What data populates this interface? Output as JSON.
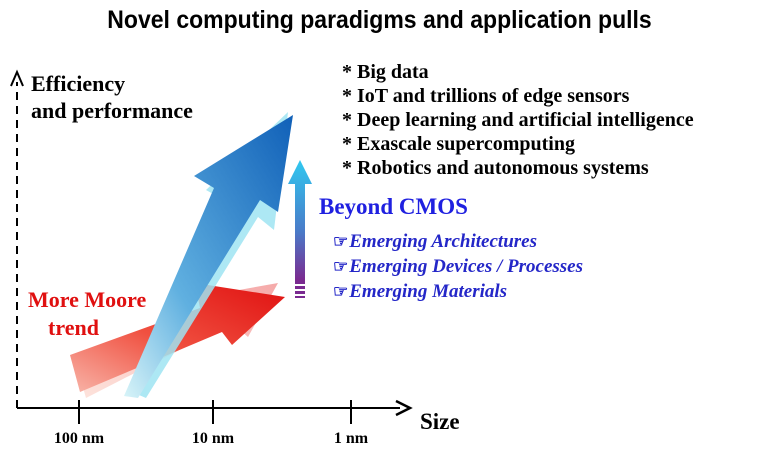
{
  "title": "Novel computing paradigms and application pulls",
  "axes": {
    "y_label_line1": "Efficiency",
    "y_label_line2": "and performance",
    "x_label": "Size",
    "x_ticks": [
      "100 nm",
      "10 nm",
      "1 nm"
    ]
  },
  "application_pulls": [
    "* Big data",
    "* IoT and trillions of edge sensors",
    "* Deep learning and artificial intelligence",
    "* Exascale supercomputing",
    "* Robotics and autonomous systems"
  ],
  "beyond_cmos": {
    "heading": "Beyond CMOS",
    "marker_icon": "pointing-hand-icon",
    "marker_glyph": "☞",
    "items": [
      "Emerging Architectures",
      "Emerging Devices / Processes",
      "Emerging Materials"
    ]
  },
  "more_moore": {
    "line1": "More Moore",
    "line2": "trend"
  },
  "colors": {
    "more_moore_red": "#e01010",
    "beyond_cmos_blue": "#1f20e0",
    "big_arrow_blue": "#1e78c8",
    "arrow_cyan": "#7ee0f0",
    "up_arrow_purple": "#6a2a86"
  }
}
